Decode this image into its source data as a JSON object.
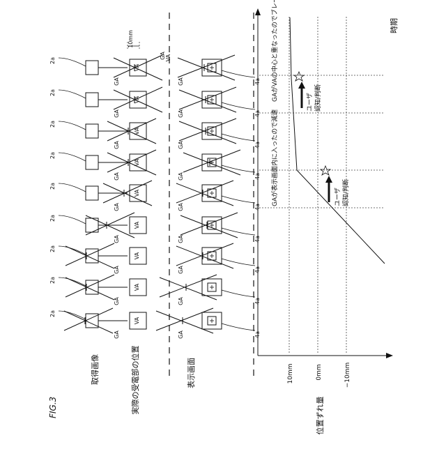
{
  "figure_label": "FIG.3",
  "rows": {
    "acquired": "取得画像",
    "actual": "実際の受電部の位置",
    "display": "表示画面"
  },
  "labels": {
    "ga": "GA",
    "va": "VA",
    "ref_2a": "2a",
    "ref_4a": "4a",
    "ten_mm": "10mm"
  },
  "graph": {
    "time_axis": "時期",
    "y_axis": "位置ずれ量",
    "y_ticks": [
      "10mm",
      "0mm",
      "−10mm"
    ],
    "event1_text": "GAが表示画面内に入ったので減速",
    "event2_text": "GAがVAの中心と重なったのでブレーキ",
    "user_label": "ユーザ",
    "recognize_label": "認知/判断"
  }
}
